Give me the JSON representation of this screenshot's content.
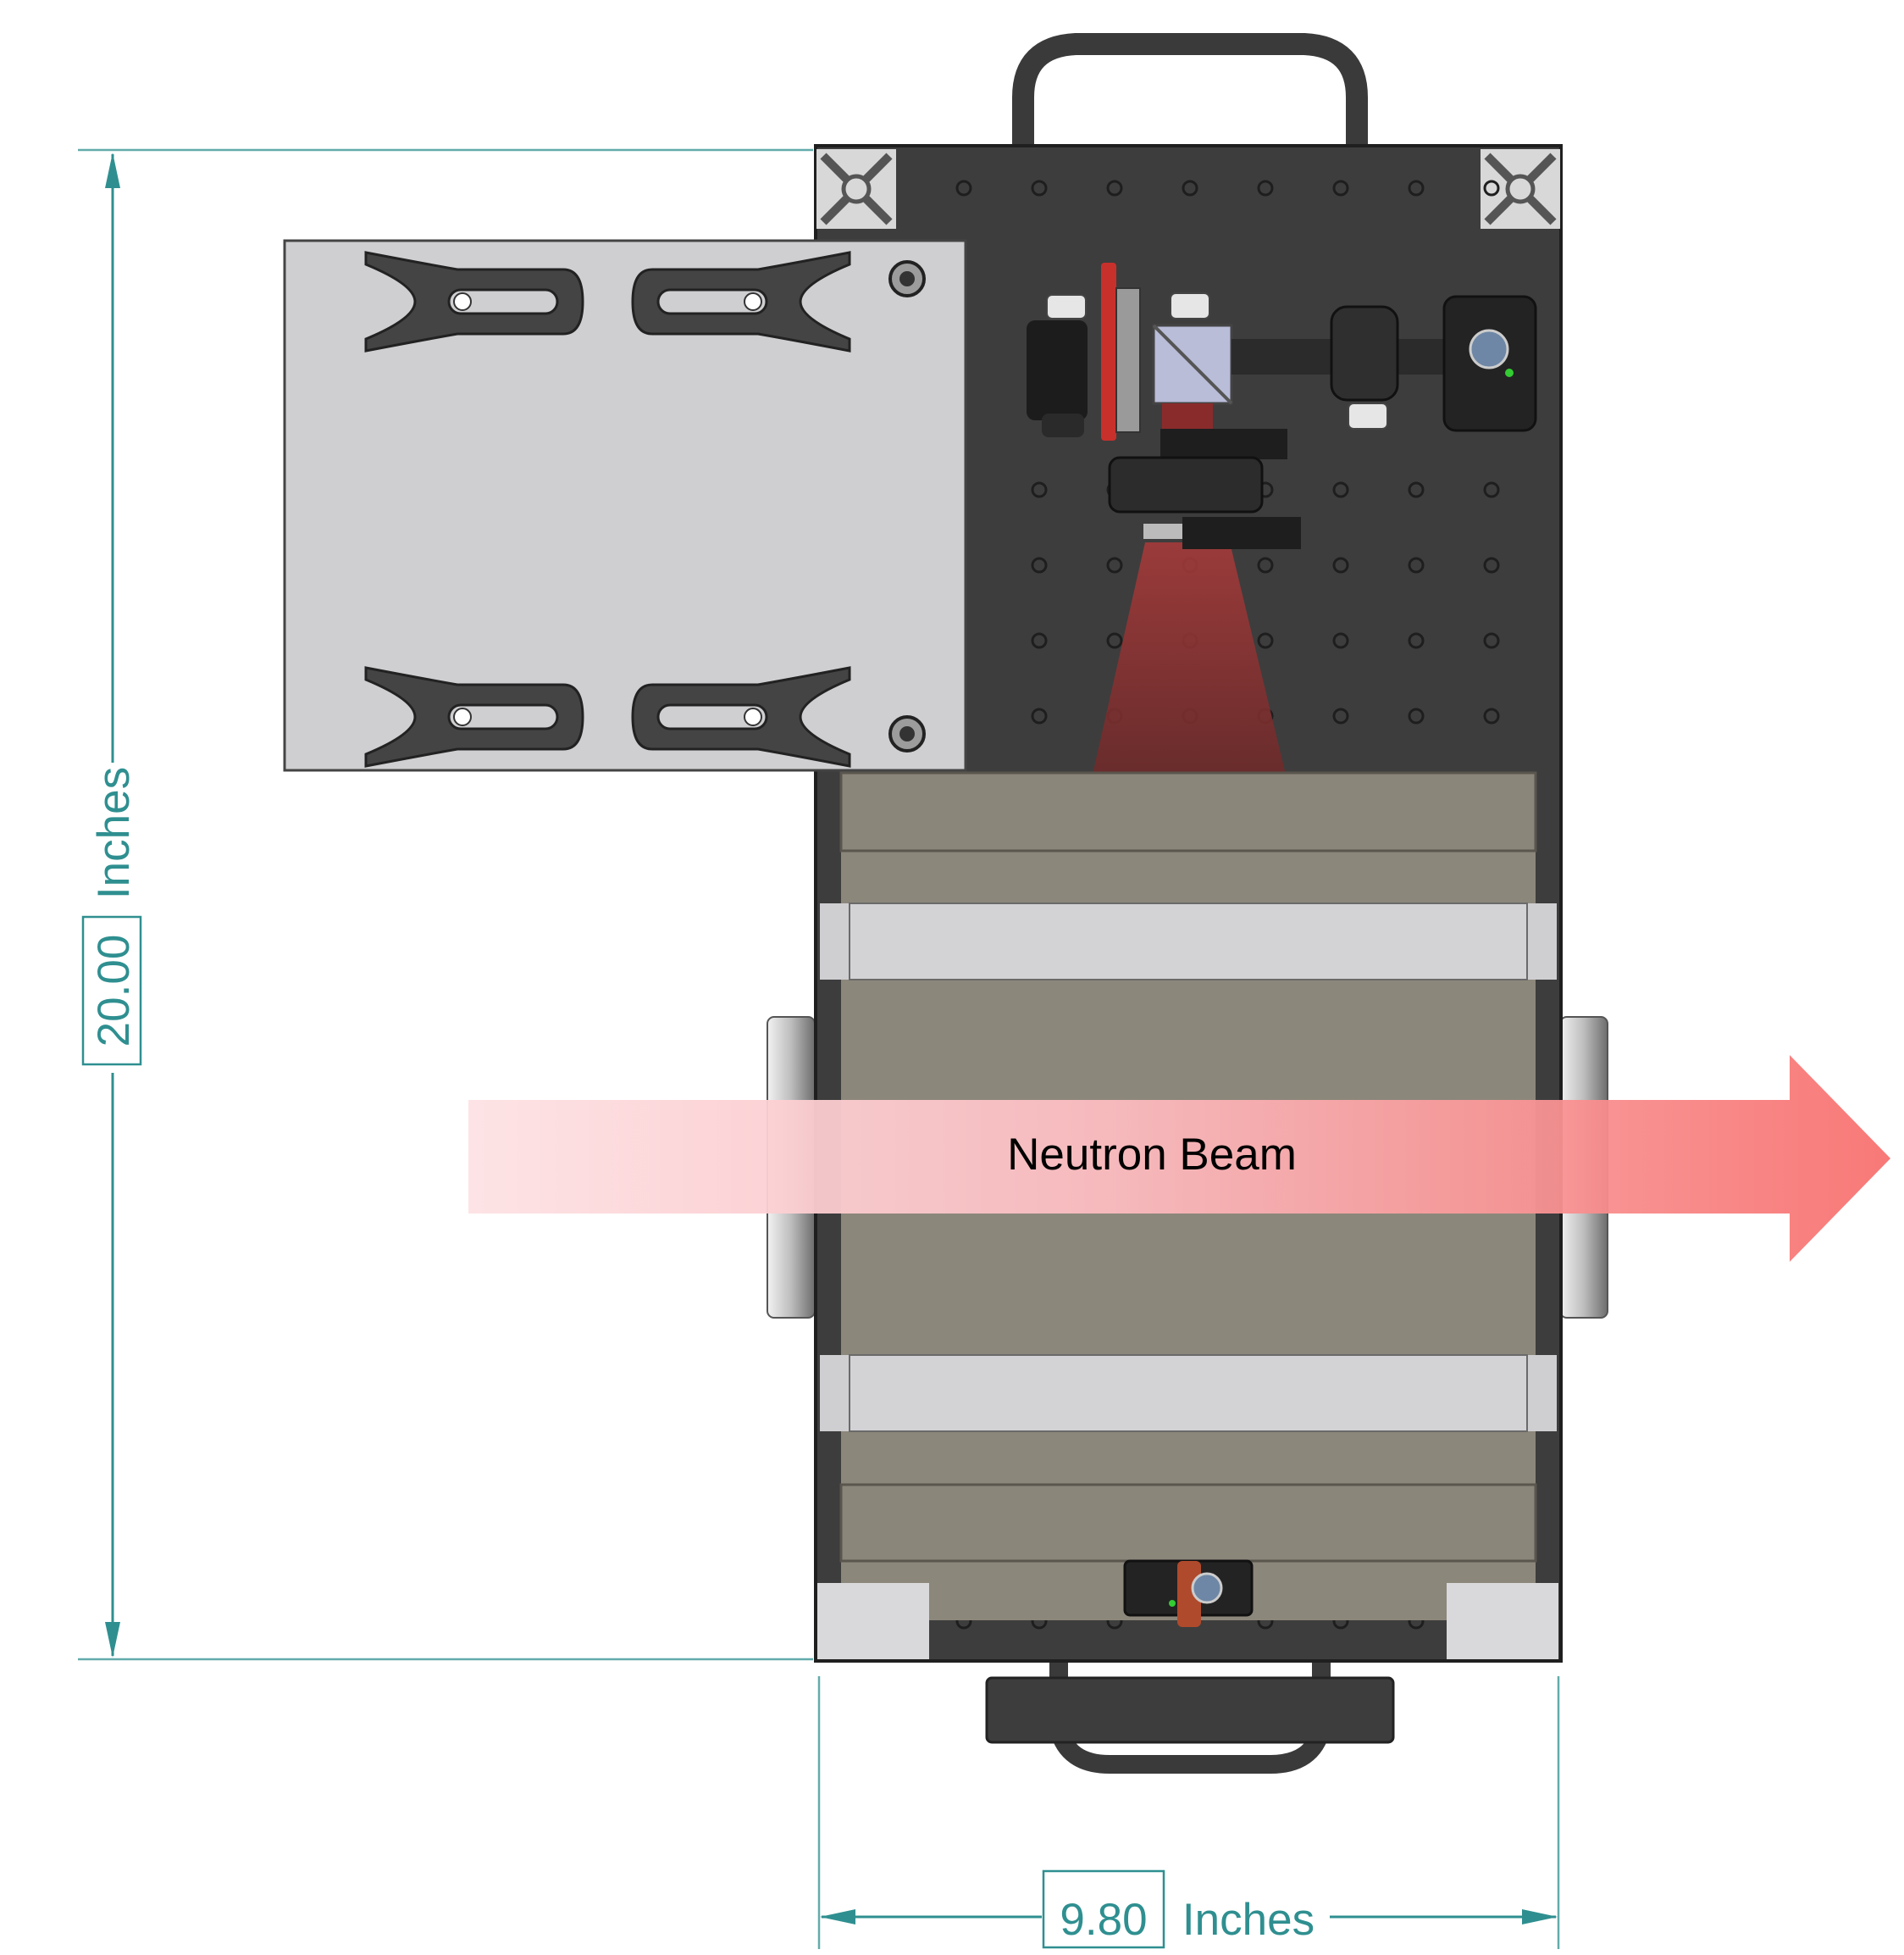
{
  "beam": {
    "label": "Neutron Beam"
  },
  "dimension_height": {
    "value": "20.00",
    "unit": "Inches"
  },
  "dimension_width": {
    "value": "9.80",
    "unit": "Inches"
  },
  "colors": {
    "dimension": "#2f8f90",
    "chassis": "#3d3d3d",
    "plate": "#cfcfd2",
    "shield": "#8c877b",
    "beam_arrow": "#f87777",
    "laser_cone": "#8a2b2b"
  }
}
